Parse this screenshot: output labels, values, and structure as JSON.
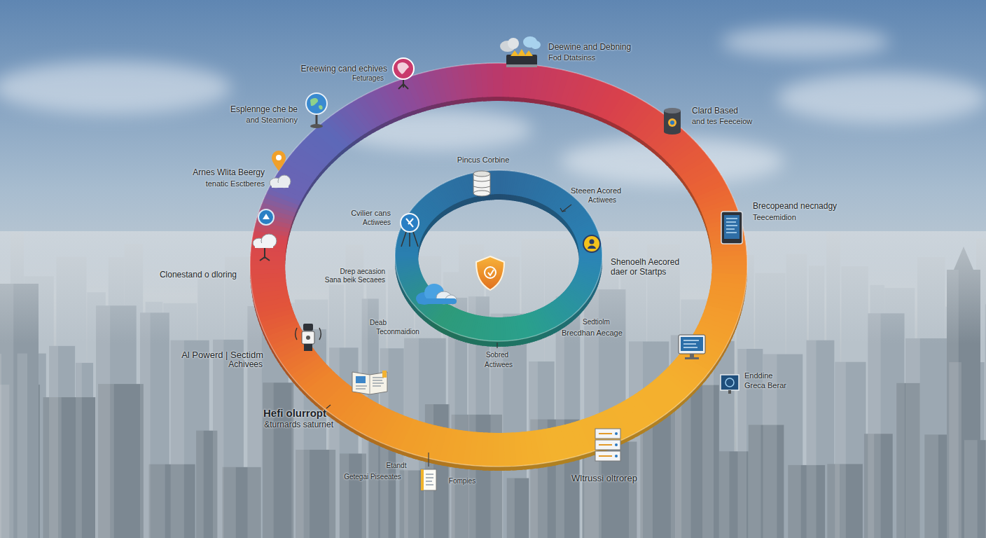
{
  "diagram": {
    "labels": [
      "Deewine and Debning",
      "Fod Dtatsinss",
      "Ereewing cand echives",
      "Feturages",
      "Esplennge che be",
      "and Steamiony",
      "Clard Based",
      "and tes Feeceiow",
      "Pincus Corbine",
      "Arnes Wlita Beergy",
      "tenatic Esctberes",
      "Steeen Acored",
      "Actiwees",
      "Brecopeand necnadgy",
      "Teecemidion",
      "Cvilier cans",
      "Actiwees",
      "Shenoelh Aecored",
      "daer or Startps",
      "Drep aecasion",
      "Sana beik Secaees",
      "Clonestand o dloring",
      "Deab",
      "Teconmaidion",
      "Sedtiolm",
      "Brecdhan Aecage",
      "Al Powerd | Sectidm",
      "Achivees",
      "Sobred",
      "Actiwees",
      "Enddine",
      "Greca Berar",
      "Hefi olurropt",
      "&turnards saturnet",
      "Etandt",
      "Getegai Piseeates",
      "Fompies",
      "Wltrussi oltrorep"
    ]
  }
}
